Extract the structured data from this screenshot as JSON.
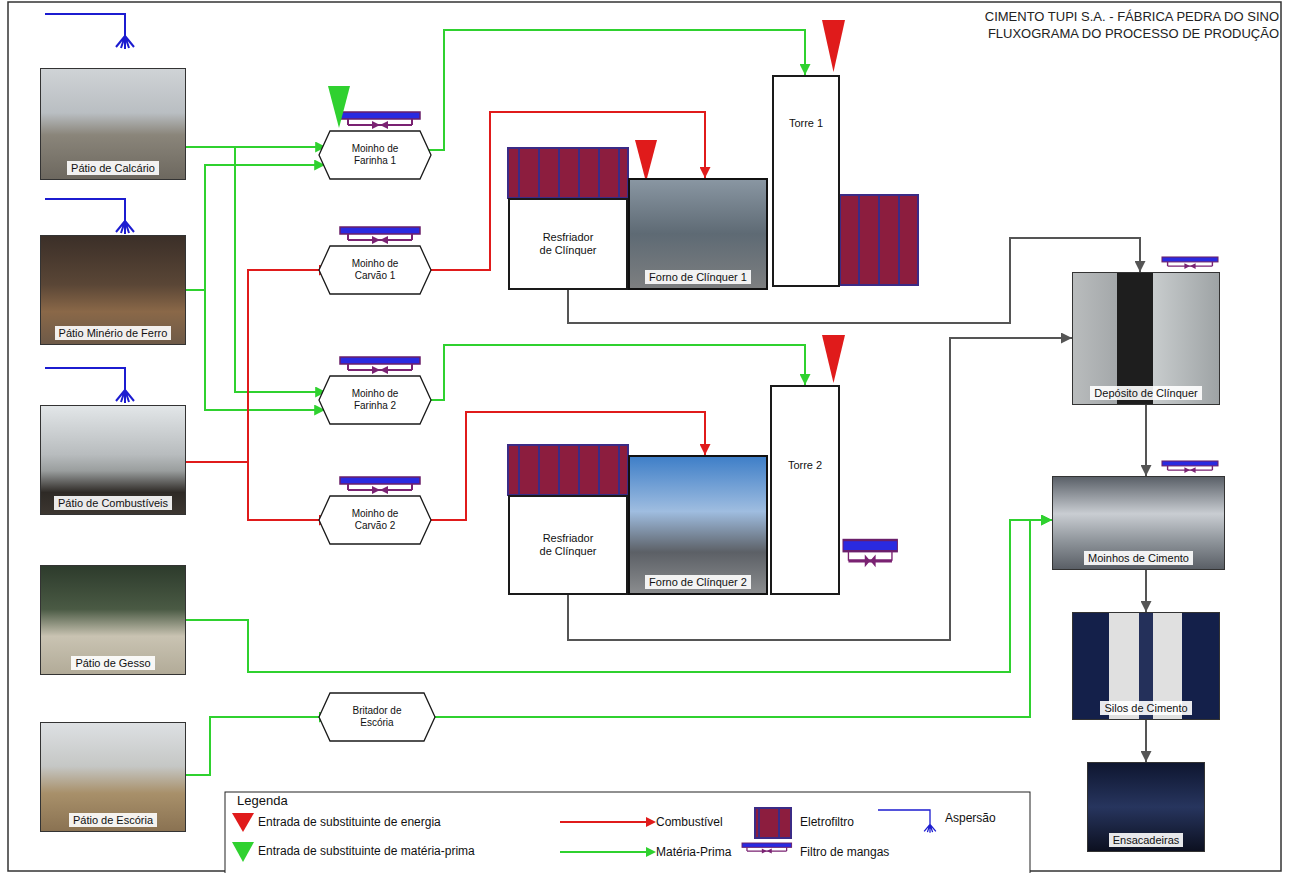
{
  "diagram": {
    "title": "CIMENTO TUPI S.A. - FÁBRICA PEDRA DO SINO FLUXOGRAMA DO PROCESSO DE PRODUÇÃO",
    "nodes": [
      {
        "text": [
          "Pátio de Calcário"
        ]
      },
      {
        "text": [
          "Pátio Minério de Ferro"
        ]
      },
      {
        "text": [
          "Pátio de Combustíveis"
        ]
      },
      {
        "text": [
          "Pátio de Gesso"
        ]
      },
      {
        "text": [
          "Pátio de Escória"
        ]
      },
      {
        "text": [
          "Moinho de Farinha 1"
        ]
      },
      {
        "text": [
          "Moinho de Carvão 1"
        ]
      },
      {
        "text": [
          "Moinho de Farinha 2"
        ]
      },
      {
        "text": [
          "Moinho de Carvão 2"
        ]
      },
      {
        "text": [
          "Britador de Escória"
        ]
      },
      {
        "text": [
          "Resfriador de Clínquer"
        ]
      },
      {
        "text": [
          "Forno de Clínquer 1"
        ]
      },
      {
        "text": [
          "Torre 1"
        ]
      },
      {
        "text": [
          "Resfriador de Clínquer"
        ]
      },
      {
        "text": [
          "Forno de Clínquer 2"
        ]
      },
      {
        "text": [
          "Torre 2"
        ]
      },
      {
        "text": [
          "Depósito de Clínquer"
        ]
      },
      {
        "text": [
          "Moinhos de Cimento"
        ]
      },
      {
        "text": [
          "Silos de Cimento"
        ]
      },
      {
        "text": [
          "Ensacadeiras"
        ]
      }
    ],
    "edges": [
      {
        "from": 0,
        "to": 5,
        "arrow": "to"
      },
      {
        "from": 0,
        "to": 7,
        "arrow": "to"
      },
      {
        "from": 1,
        "to": 5,
        "arrow": "to"
      },
      {
        "from": 1,
        "to": 7,
        "arrow": "to"
      },
      {
        "from": 2,
        "to": 6,
        "arrow": "to"
      },
      {
        "from": 2,
        "to": 8,
        "arrow": "to"
      },
      {
        "from": 5,
        "to": 12,
        "arrow": "to"
      },
      {
        "from": 7,
        "to": 15,
        "arrow": "to"
      },
      {
        "from": 6,
        "to": 11,
        "arrow": "to"
      },
      {
        "from": 8,
        "to": 14,
        "arrow": "to"
      },
      {
        "from": 10,
        "to": 16,
        "arrow": "to"
      },
      {
        "from": 13,
        "to": 16,
        "arrow": "to"
      },
      {
        "from": 3,
        "to": 17,
        "arrow": "to"
      },
      {
        "from": 4,
        "to": 9,
        "arrow": "to"
      },
      {
        "from": 9,
        "to": 17,
        "arrow": "to"
      },
      {
        "from": 16,
        "to": 17,
        "arrow": "to"
      },
      {
        "from": 17,
        "to": 18,
        "arrow": "to"
      },
      {
        "from": 18,
        "to": 19,
        "arrow": "to"
      }
    ],
    "labels": [
      "Legenda"
    ],
    "legend": [
      {
        "text": "Entrada de substituinte de energia"
      },
      {
        "text": "Combustível"
      },
      {
        "text": "Eletrofiltro"
      },
      {
        "text": "Aspersão"
      },
      {
        "text": "Entrada de substituinte de matéria-prima"
      },
      {
        "text": "Matéria-Prima"
      },
      {
        "text": "Filtro de mangas"
      }
    ]
  }
}
